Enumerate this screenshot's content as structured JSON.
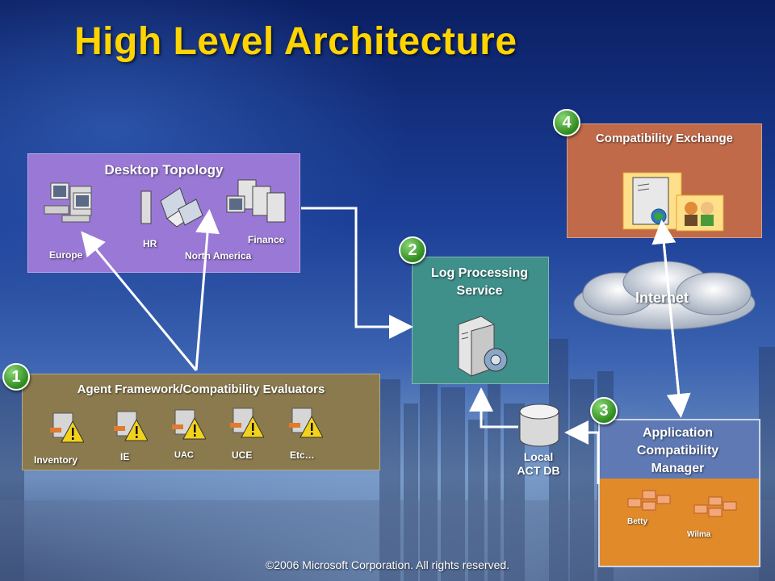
{
  "title": "High Level Architecture",
  "footer": "©2006 Microsoft Corporation. All rights reserved.",
  "desktop_topology": {
    "title": "Desktop Topology",
    "labels": {
      "europe": "Europe",
      "hr": "HR",
      "north_america": "North America",
      "finance": "Finance"
    }
  },
  "agent_framework": {
    "badge": "1",
    "title": "Agent Framework/Compatibility Evaluators",
    "evaluators": [
      "Inventory",
      "IE",
      "UAC",
      "UCE",
      "Etc…"
    ]
  },
  "log_processing": {
    "badge": "2",
    "title_line1": "Log Processing",
    "title_line2": "Service"
  },
  "local_db": {
    "line1": "Local",
    "line2": "ACT DB"
  },
  "acm": {
    "badge": "3",
    "line1": "Application",
    "line2": "Compatibility",
    "line3": "Manager",
    "users": [
      "Betty",
      "Wilma"
    ]
  },
  "exchange": {
    "badge": "4",
    "title": "Compatibility Exchange"
  },
  "internet": {
    "label": "Internet"
  },
  "colors": {
    "title": "#ffd400",
    "desktop_box": "#9a78d6",
    "agent_box": "#8a7a4e",
    "log_box": "#3f8f8a",
    "exchange_box": "#c06a4a",
    "acm_top": "#5e79b4",
    "acm_bottom": "#e08a2a"
  }
}
